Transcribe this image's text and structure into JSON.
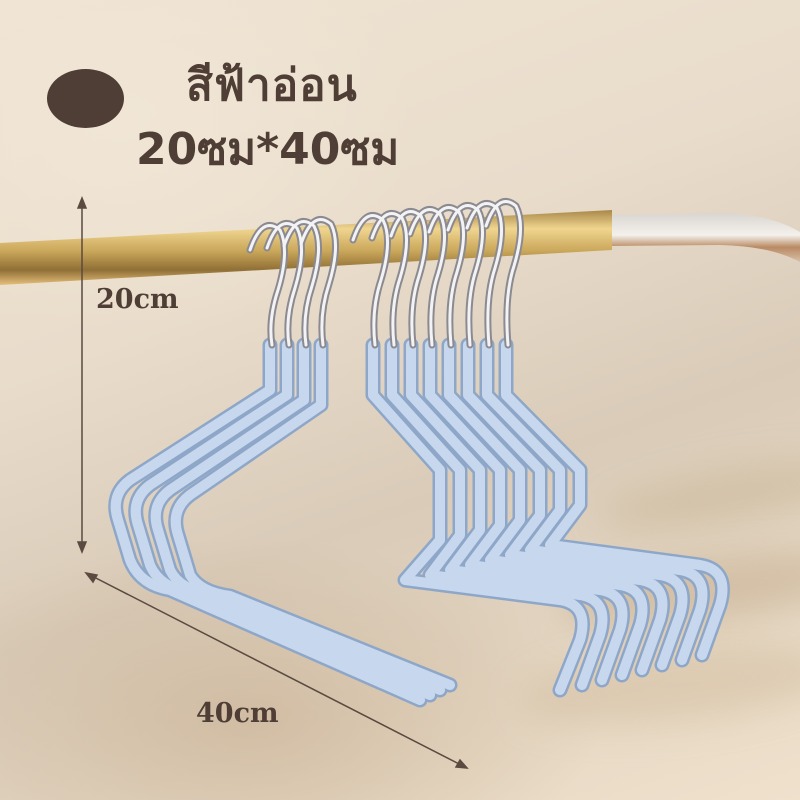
{
  "product": {
    "color_name": "สีฟ้าอ่อน",
    "size_label": "20ซม*40ซม",
    "color_swatch": "#4e3e35"
  },
  "dimensions": {
    "height_label": "20cm",
    "width_label": "40cm"
  },
  "colors": {
    "text": "#4e3e35",
    "hanger": "#b9cde6",
    "hanger_shade": "#8ea7c8",
    "rail_gold": "#c9a65a",
    "background": "#ece0ce"
  },
  "scene": {
    "hook_count_left_group": 4,
    "hook_count_right_group": 8
  }
}
